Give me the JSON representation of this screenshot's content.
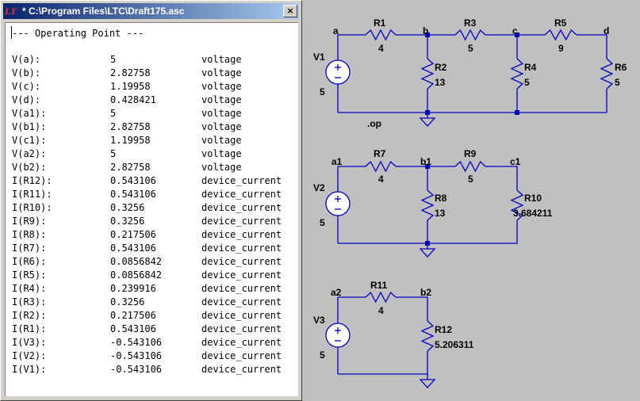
{
  "window": {
    "title": "* C:\\Program Files\\LTC\\Draft175.asc",
    "icon": "LT",
    "close_glyph": "×",
    "header": "--- Operating Point ---"
  },
  "results": [
    {
      "name": "V(a):",
      "value": "5",
      "unit": "voltage"
    },
    {
      "name": "V(b):",
      "value": "2.82758",
      "unit": "voltage"
    },
    {
      "name": "V(c):",
      "value": "1.19958",
      "unit": "voltage"
    },
    {
      "name": "V(d):",
      "value": "0.428421",
      "unit": "voltage"
    },
    {
      "name": "V(a1):",
      "value": "5",
      "unit": "voltage"
    },
    {
      "name": "V(b1):",
      "value": "2.82758",
      "unit": "voltage"
    },
    {
      "name": "V(c1):",
      "value": "1.19958",
      "unit": "voltage"
    },
    {
      "name": "V(a2):",
      "value": "5",
      "unit": "voltage"
    },
    {
      "name": "V(b2):",
      "value": "2.82758",
      "unit": "voltage"
    },
    {
      "name": "I(R12):",
      "value": "0.543106",
      "unit": "device_current"
    },
    {
      "name": "I(R11):",
      "value": "0.543106",
      "unit": "device_current"
    },
    {
      "name": "I(R10):",
      "value": "0.3256",
      "unit": "device_current"
    },
    {
      "name": "I(R9):",
      "value": "0.3256",
      "unit": "device_current"
    },
    {
      "name": "I(R8):",
      "value": "0.217506",
      "unit": "device_current"
    },
    {
      "name": "I(R7):",
      "value": "0.543106",
      "unit": "device_current"
    },
    {
      "name": "I(R6):",
      "value": "0.0856842",
      "unit": "device_current"
    },
    {
      "name": "I(R5):",
      "value": "0.0856842",
      "unit": "device_current"
    },
    {
      "name": "I(R4):",
      "value": "0.239916",
      "unit": "device_current"
    },
    {
      "name": "I(R3):",
      "value": "0.3256",
      "unit": "device_current"
    },
    {
      "name": "I(R2):",
      "value": "0.217506",
      "unit": "device_current"
    },
    {
      "name": "I(R1):",
      "value": "0.543106",
      "unit": "device_current"
    },
    {
      "name": "I(V3):",
      "value": "-0.543106",
      "unit": "device_current"
    },
    {
      "name": "I(V2):",
      "value": "-0.543106",
      "unit": "device_current"
    },
    {
      "name": "I(V1):",
      "value": "-0.543106",
      "unit": "device_current"
    }
  ],
  "schematic": {
    "wire_color": "#0000c0",
    "source_fill": "#ffffff",
    "circuit1": {
      "nodes": {
        "a": "a",
        "b": "b",
        "c": "c",
        "d": "d"
      },
      "V1": {
        "name": "V1",
        "value": "5"
      },
      "R1": {
        "name": "R1",
        "value": "4"
      },
      "R2": {
        "name": "R2",
        "value": "13"
      },
      "R3": {
        "name": "R3",
        "value": "5"
      },
      "R4": {
        "name": "R4",
        "value": "5"
      },
      "R5": {
        "name": "R5",
        "value": "9"
      },
      "R6": {
        "name": "R6",
        "value": "5"
      },
      "directive": ".op"
    },
    "circuit2": {
      "nodes": {
        "a1": "a1",
        "b1": "b1",
        "c1": "c1"
      },
      "V2": {
        "name": "V2",
        "value": "5"
      },
      "R7": {
        "name": "R7",
        "value": "4"
      },
      "R8": {
        "name": "R8",
        "value": "13"
      },
      "R9": {
        "name": "R9",
        "value": "5"
      },
      "R10": {
        "name": "R10",
        "value": "3.684211"
      }
    },
    "circuit3": {
      "nodes": {
        "a2": "a2",
        "b2": "b2"
      },
      "V3": {
        "name": "V3",
        "value": "5"
      },
      "R11": {
        "name": "R11",
        "value": "4"
      },
      "R12": {
        "name": "R12",
        "value": "5.206311"
      }
    }
  }
}
